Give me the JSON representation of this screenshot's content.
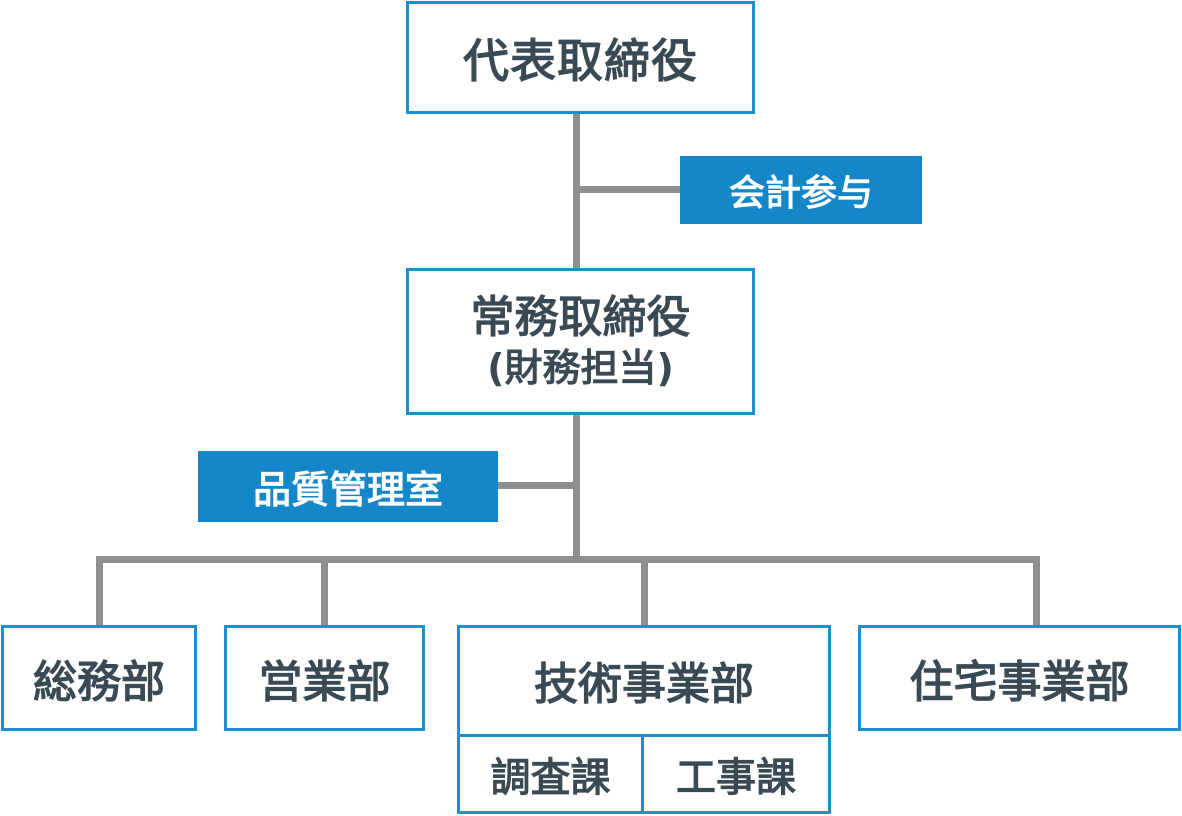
{
  "nodes": {
    "ceo": "代表取締役",
    "auditor": "会計参与",
    "managing_director_line1": "常務取締役",
    "managing_director_line2": "(財務担当)",
    "quality_office": "品質管理室",
    "general_affairs": "総務部",
    "sales": "営業部",
    "engineering": "技術事業部",
    "survey_section": "調査課",
    "construction_section": "工事課",
    "housing": "住宅事業部"
  },
  "colors": {
    "border": "#1b8fd0",
    "label_fill": "#1587c9",
    "connector": "#8f8f8f",
    "text": "#3a4a54"
  }
}
